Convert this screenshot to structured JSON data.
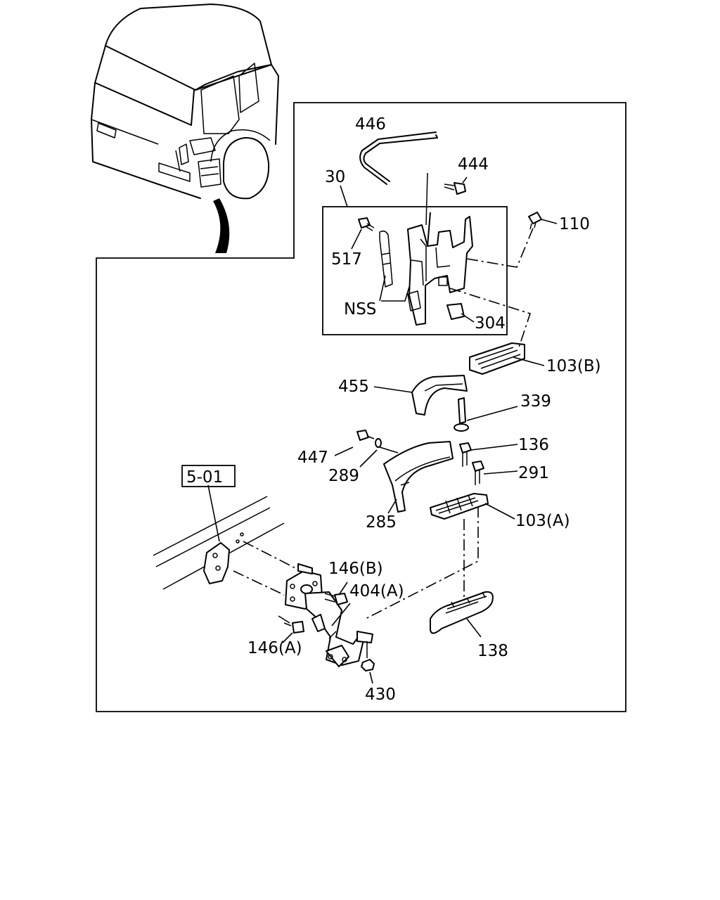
{
  "labels": {
    "p446": "446",
    "p444": "444",
    "p30": "30",
    "p110": "110",
    "p517": "517",
    "pNSS": "NSS",
    "p304": "304",
    "p103B": "103(B)",
    "p455": "455",
    "p339": "339",
    "p447": "447",
    "p136": "136",
    "p289": "289",
    "p291": "291",
    "p501": "5-01",
    "p285": "285",
    "p103A": "103(A)",
    "p146B": "146(B)",
    "p404A": "404(A)",
    "p146A": "146(A)",
    "p138": "138",
    "p430": "430"
  }
}
